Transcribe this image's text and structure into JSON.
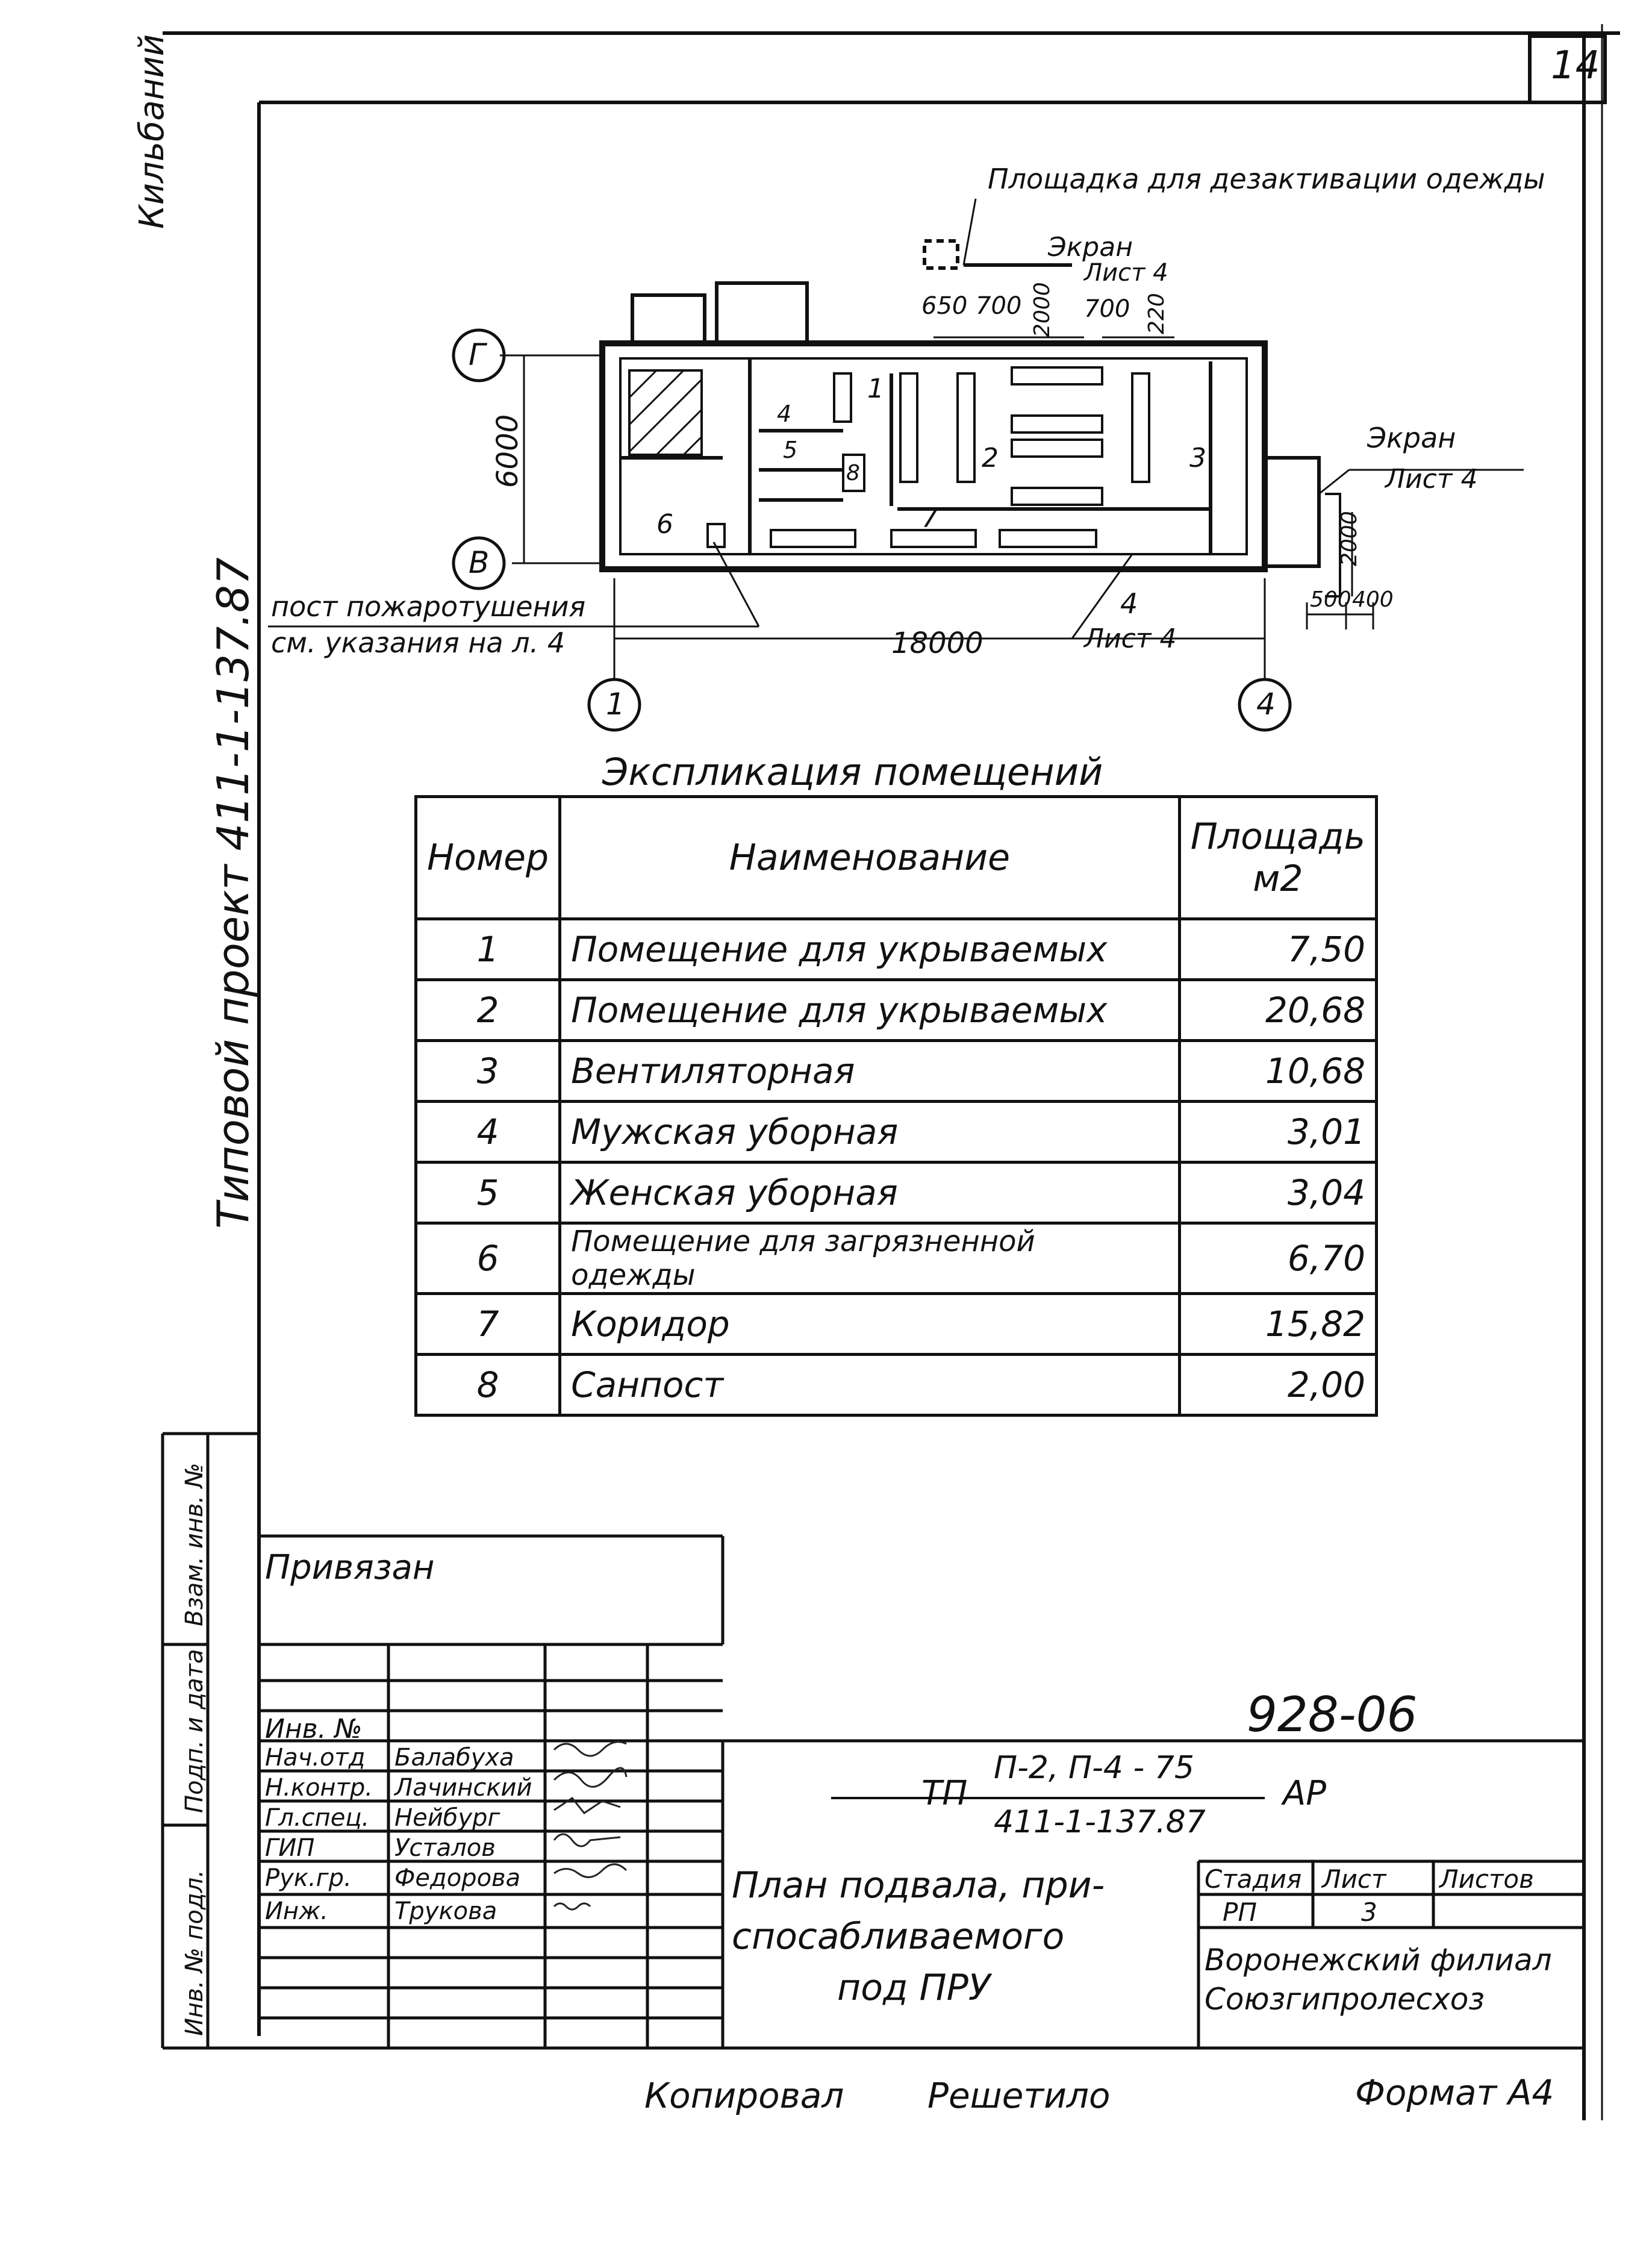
{
  "sheet_number": "14",
  "side_notes": {
    "top_vertical": "Кильбаний",
    "project_vertical": "Типовой проект 411-1-137.87"
  },
  "plan": {
    "callouts": {
      "decontamination": "Площадка для дезактивации одежды",
      "screen_top": "Экран",
      "sheet4_top": "Лист 4",
      "screen_right": "Экран",
      "sheet4_right": "Лист 4",
      "section_mark": "4",
      "section_sheet": "Лист 4",
      "fire_post_1": "пост пожаротушения",
      "fire_post_2": "см. указания на л. 4"
    },
    "dimensions": {
      "d650": "650",
      "d700a": "700",
      "d2000a": "2000",
      "d700b": "700",
      "d220": "220",
      "d6000": "6000",
      "d18000": "18000",
      "d2000b": "2000",
      "d500": "500",
      "d400": "400"
    },
    "axes": {
      "g": "Г",
      "v": "В",
      "a1": "1",
      "a4": "4"
    },
    "room_labels": [
      "1",
      "2",
      "3",
      "4",
      "5",
      "6",
      "7",
      "8"
    ]
  },
  "explication": {
    "title": "Экспликация помещений",
    "headers": {
      "number": "Номер",
      "name": "Наименование",
      "area": "Площадь м2"
    },
    "rows": [
      {
        "number": "1",
        "name": "Помещение для укрываемых",
        "area": "7,50"
      },
      {
        "number": "2",
        "name": "Помещение для укрываемых",
        "area": "20,68"
      },
      {
        "number": "3",
        "name": "Вентиляторная",
        "area": "10,68"
      },
      {
        "number": "4",
        "name": "Мужская уборная",
        "area": "3,01"
      },
      {
        "number": "5",
        "name": "Женская уборная",
        "area": "3,04"
      },
      {
        "number": "6",
        "name": "Помещение для загрязненной одежды",
        "area": "6,70"
      },
      {
        "number": "7",
        "name": "Коридор",
        "area": "15,82"
      },
      {
        "number": "8",
        "name": "Санпост",
        "area": "2,00"
      }
    ]
  },
  "title_block": {
    "left_labels": [
      "Инв. № подл.",
      "Подп. и дата",
      "Взам. инв. №"
    ],
    "privyazan": "Привязан",
    "inv_no": "Инв. №",
    "doc_number": "928-06",
    "code_prefix": "ТП",
    "code_numerator": "П-2, П-4 - 75",
    "code_denominator": "411-1-137.87",
    "code_suffix": "АР",
    "signers": [
      {
        "role": "Нач.отд",
        "name": "Балабуха"
      },
      {
        "role": "Н.контр.",
        "name": "Лачинский"
      },
      {
        "role": "Гл.спец.",
        "name": "Нейбург"
      },
      {
        "role": "ГИП",
        "name": "Усталов"
      },
      {
        "role": "Рук.гр.",
        "name": "Федорова"
      },
      {
        "role": "Инж.",
        "name": "Трукова"
      }
    ],
    "drawing_title": [
      "План подвала, при-",
      "спосабливаемого",
      "под ПРУ"
    ],
    "stage_label": "Стадия",
    "sheet_label": "Лист",
    "sheets_label": "Листов",
    "stage_value": "РП",
    "sheet_value": "3",
    "organization": [
      "Воронежский филиал",
      "Союзгипролесхоз"
    ]
  },
  "footer": {
    "copied_label": "Копировал",
    "copied_name": "Решетило",
    "format": "Формат А4"
  }
}
